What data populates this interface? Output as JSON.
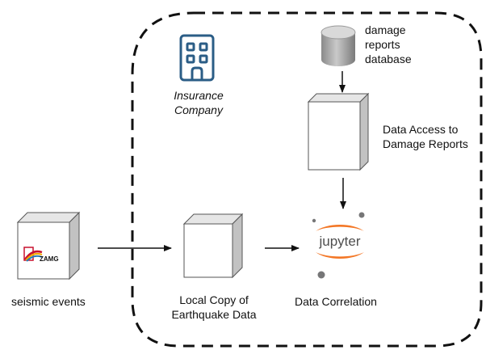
{
  "nodes": {
    "insurance": {
      "line1": "Insurance",
      "line2": "Company",
      "icon": "building-icon"
    },
    "database": {
      "line1": "damage",
      "line2": "reports",
      "line3": "database",
      "icon": "database-cylinder-icon"
    },
    "data_access": {
      "line1": "Data Access to",
      "line2": "Damage Reports"
    },
    "seismic": {
      "label": "seismic events",
      "logo_text": "ZAMG"
    },
    "local_copy": {
      "line1": "Local Copy of",
      "line2": "Earthquake Data"
    },
    "jupyter": {
      "logo_text": "jupyter",
      "label": "Data Correlation"
    }
  },
  "colors": {
    "cube_front": "#ffffff",
    "cube_top": "#e6e6e6",
    "cube_side": "#c2c2c2",
    "building": "#2b5d86",
    "jupyter_orange": "#f37726",
    "jupyter_gray": "#767677",
    "zamg_red": "#c8102e"
  }
}
